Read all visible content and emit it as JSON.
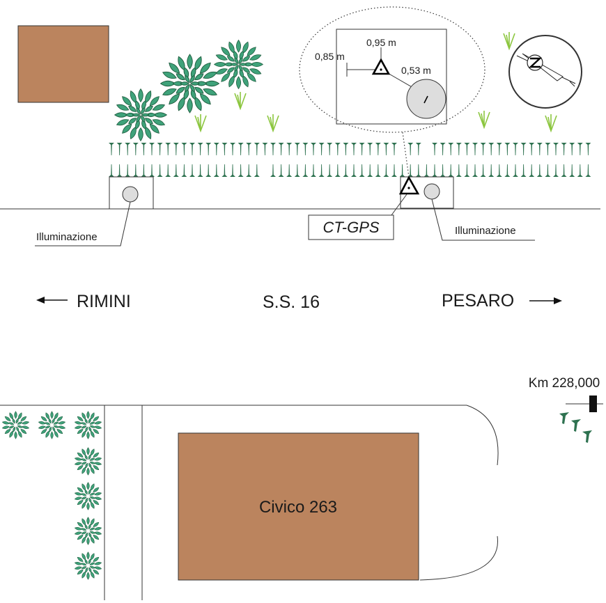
{
  "labels": {
    "illumination_left": "Illuminazione",
    "illumination_right": "Illuminazione",
    "ct_gps": "CT-GPS",
    "direction_left": "RIMINI",
    "road": "S.S. 16",
    "direction_right": "PESARO",
    "km_marker": "Km 228,000",
    "building": "Civico 263"
  },
  "inset": {
    "dist_top": "0,95 m",
    "dist_left": "0,85 m",
    "dist_post": "0,53 m"
  },
  "colors": {
    "building": "#bb845e",
    "tree": "#3fa27a",
    "hedge": "#2e7250",
    "grass": "#8cc63f",
    "light": "#dddddd",
    "line": "#1a1a1a"
  },
  "icons": {
    "benchmark": "triangle-benchmark-icon",
    "compass": "compass-north-icon",
    "arrow_left": "arrow-left-icon",
    "arrow_right": "arrow-right-icon"
  }
}
